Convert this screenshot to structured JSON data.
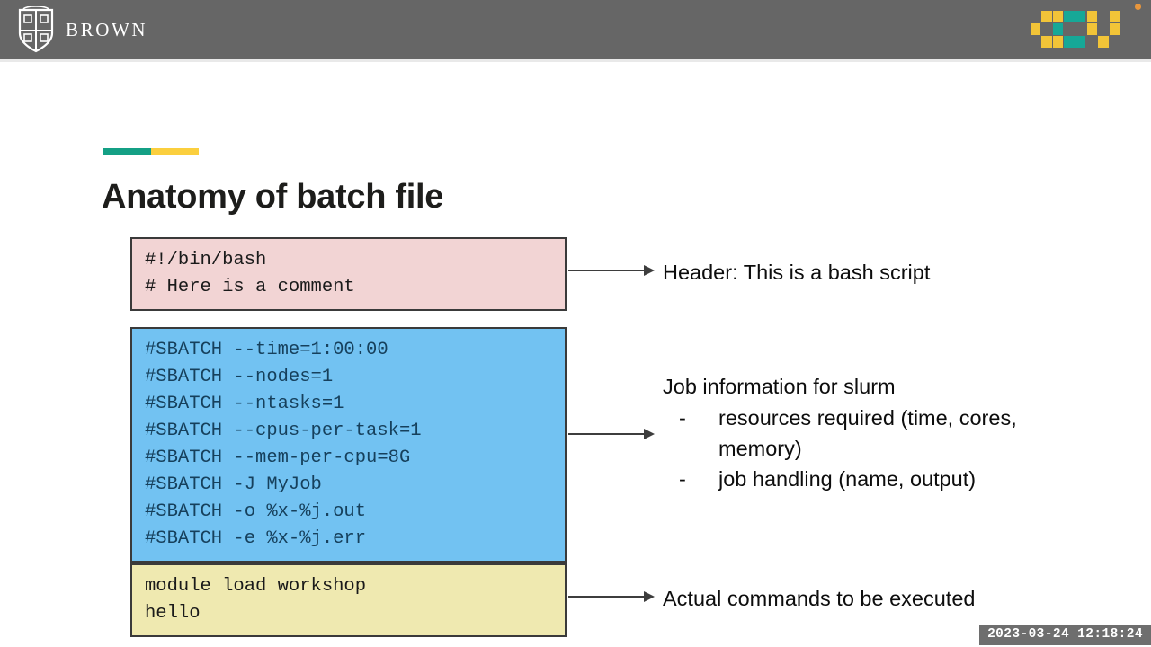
{
  "header": {
    "institution": "BROWN",
    "logo_icon": "brown-shield-icon",
    "pixel_logo_icon": "pixel-grid-logo-icon",
    "bar_color": "#666666",
    "corner_dot_color": "#e8963c",
    "pixel_colors": {
      "yellow": "#f2c438",
      "teal": "#16a897"
    },
    "pixel_cells": [
      {
        "col": 2,
        "row": 0,
        "color": "#f2c438"
      },
      {
        "col": 3,
        "row": 0,
        "color": "#f2c438"
      },
      {
        "col": 4,
        "row": 0,
        "color": "#16a897"
      },
      {
        "col": 5,
        "row": 0,
        "color": "#16a897"
      },
      {
        "col": 6,
        "row": 0,
        "color": "#f2c438"
      },
      {
        "col": 8,
        "row": 0,
        "color": "#f2c438"
      },
      {
        "col": 1,
        "row": 1,
        "color": "#f2c438"
      },
      {
        "col": 3,
        "row": 1,
        "color": "#16a897"
      },
      {
        "col": 6,
        "row": 1,
        "color": "#f2c438"
      },
      {
        "col": 8,
        "row": 1,
        "color": "#f2c438"
      },
      {
        "col": 2,
        "row": 2,
        "color": "#f2c438"
      },
      {
        "col": 3,
        "row": 2,
        "color": "#f2c438"
      },
      {
        "col": 4,
        "row": 2,
        "color": "#16a897"
      },
      {
        "col": 5,
        "row": 2,
        "color": "#16a897"
      },
      {
        "col": 7,
        "row": 2,
        "color": "#f2c438"
      }
    ]
  },
  "slide": {
    "title": "Anatomy of batch file",
    "accent_bars": [
      {
        "name": "teal",
        "color": "#14a085"
      },
      {
        "name": "yellow",
        "color": "#fbcf3e"
      }
    ]
  },
  "code_blocks": {
    "header_block": {
      "background": "#f2d4d4",
      "lines": "#!/bin/bash\n# Here is a comment"
    },
    "sbatch_block": {
      "background": "#72c2f2",
      "lines": "#SBATCH --time=1:00:00\n#SBATCH --nodes=1\n#SBATCH --ntasks=1\n#SBATCH --cpus-per-task=1\n#SBATCH --mem-per-cpu=8G\n#SBATCH -J MyJob\n#SBATCH -o %x-%j.out\n#SBATCH -e %x-%j.err"
    },
    "commands_block": {
      "background": "#efe9b0",
      "lines": "module load workshop\nhello"
    }
  },
  "annotations": {
    "header_note": "Header: This is a bash script",
    "slurm_note": {
      "heading": "Job information for slurm",
      "bullets": [
        {
          "marker": "-",
          "text": "resources required (time, cores, memory)"
        },
        {
          "marker": "-",
          "text": "job handling (name, output)"
        }
      ]
    },
    "commands_note": "Actual commands to be executed"
  },
  "timestamp": "2023-03-24 12:18:24"
}
